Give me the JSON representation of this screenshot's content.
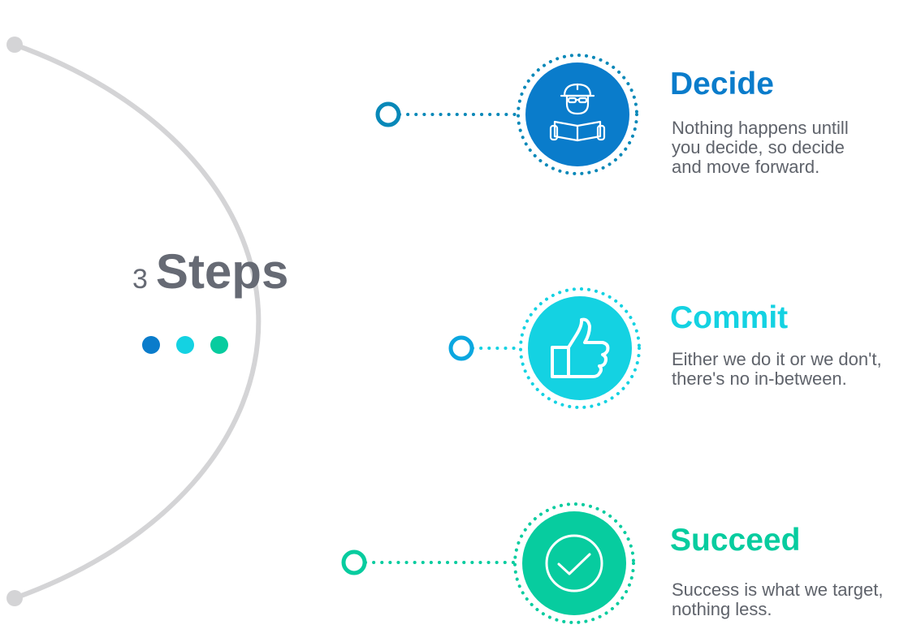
{
  "title": {
    "number": "3",
    "word": "Steps"
  },
  "colors": {
    "arc": "#d4d4d6",
    "decide": "#0a7ccb",
    "commit": "#14d2e2",
    "succeed": "#07cc9f",
    "text": "#5f636b",
    "title": "#666a74"
  },
  "indicator_dots": [
    {
      "color": "#0a7ccb"
    },
    {
      "color": "#14d2e2"
    },
    {
      "color": "#07cc9f"
    }
  ],
  "steps": [
    {
      "title": "Decide",
      "color": "#0a7ccb",
      "node_color": "#0888b8",
      "icon": "engineer-reading-plans-icon",
      "lines": [
        "Nothing happens untill",
        "you decide, so decide",
        "and move forward."
      ]
    },
    {
      "title": "Commit",
      "color": "#14d2e2",
      "node_color": "#0ba7e0",
      "icon": "thumbs-up-icon",
      "lines": [
        "Either we do it or we don't,",
        "there's no in-between."
      ]
    },
    {
      "title": "Succeed",
      "color": "#07cc9f",
      "node_color": "#07cc9f",
      "icon": "checkmark-circle-icon",
      "lines": [
        "Success is what we target,",
        "nothing less."
      ]
    }
  ]
}
